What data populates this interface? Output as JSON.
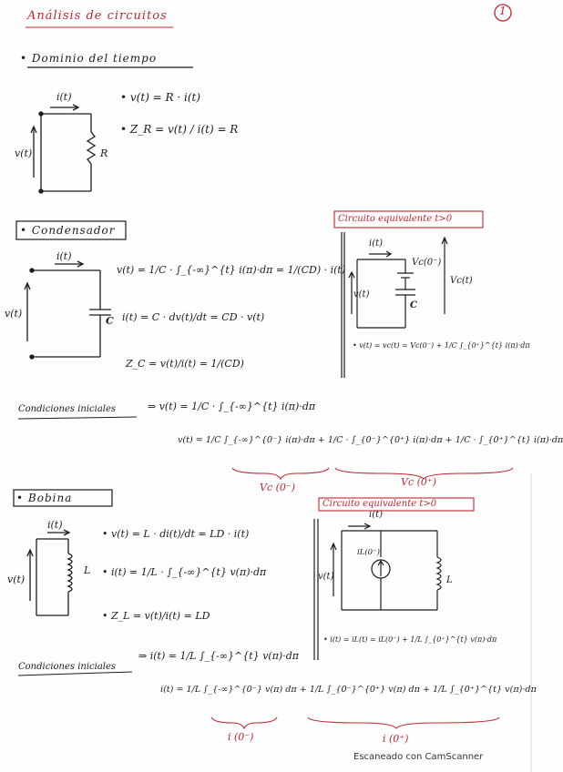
{
  "page": {
    "title": "Análisis de circuitos",
    "page_number": "1",
    "footer": "Escaneado con CamScanner"
  },
  "time_domain": {
    "heading": "Dominio del tiempo",
    "current_label": "i(t)",
    "voltage_label": "v(t)",
    "resistor_label": "R",
    "eq1": "v(t) = R · i(t)",
    "eq2": "Z_R = v(t) / i(t) = R"
  },
  "capacitor": {
    "heading": "Condensador",
    "current_label": "i(t)",
    "voltage_label": "v(t)",
    "cap_label": "C",
    "eq1": "v(t) = 1/C · ∫_{-∞}^{t} i(π)·dπ = 1/(CD) · i(t)",
    "eq2": "i(t) = C · dv(t)/dt = CD · v(t)",
    "eq3": "Z_C = v(t)/i(t) = 1/(CD)",
    "initial_label": "Condiciones iniciales",
    "initial_eq1": "⇒ v(t) = 1/C · ∫_{-∞}^{t} i(π)·dπ",
    "initial_eq2": "v(t) = 1/C ∫_{-∞}^{0⁻} i(π)·dπ + 1/C · ∫_{0⁻}^{0⁺} i(π)·dπ + 1/C · ∫_{0⁺}^{t} i(π)·dπ",
    "brace1": "Vc (0⁻)",
    "brace2": "Vc (0⁺)",
    "equiv_title": "Circuito equivalente  t>0",
    "equiv_current": "i(t)",
    "equiv_source": "Vc(0⁻)",
    "equiv_v": "v(t)",
    "equiv_vc": "Vc(t)",
    "equiv_c": "C",
    "equiv_eq": "v(t) = vc(t) = Vc(0⁻) + 1/C ∫_{0⁺}^{t} i(π)·dπ"
  },
  "inductor": {
    "heading": "Bobina",
    "current_label": "i(t)",
    "voltage_label": "v(t)",
    "ind_label": "L",
    "eq1": "v(t) = L · di(t)/dt = LD · i(t)",
    "eq2": "i(t) = 1/L · ∫_{-∞}^{t} v(π)·dπ",
    "eq3": "Z_L = v(t)/i(t) = LD",
    "initial_label": "Condiciones iniciales",
    "initial_eq1": "⇒ i(t) = 1/L ∫_{-∞}^{t} v(π)·dπ",
    "initial_eq2": "i(t) = 1/L ∫_{-∞}^{0⁻} v(π) dπ + 1/L ∫_{0⁻}^{0⁺} v(π) dπ + 1/L ∫_{0⁺}^{t} v(π)·dπ",
    "brace1": "i (0⁻)",
    "brace2": "i (0⁺)",
    "equiv_title": "Circuito equivalente  t>0",
    "equiv_current": "i(t)",
    "equiv_source": "iL(0⁻)",
    "equiv_v": "v(t)",
    "equiv_l": "L",
    "equiv_eq": "i(t) = iL(t) = iL(0⁻) + 1/L ∫_{0⁺}^{t} v(π)·dπ"
  }
}
